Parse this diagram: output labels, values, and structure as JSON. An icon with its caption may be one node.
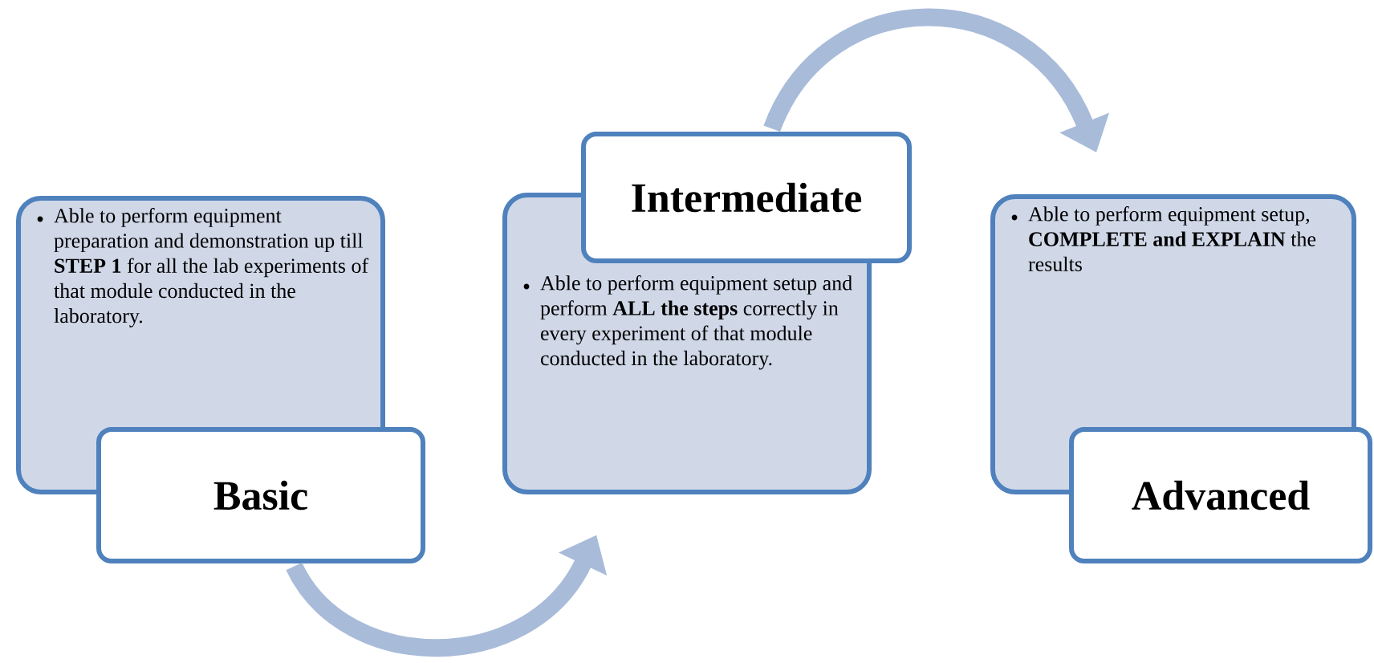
{
  "diagram": {
    "nodes": [
      {
        "text": [
          "Able to perform equipment preparation and demonstration up till **STEP 1** for all the lab experiments of that module conducted in the laboratory."
        ]
      },
      {
        "text": [
          "Basic"
        ]
      },
      {
        "text": [
          "Intermediate"
        ]
      },
      {
        "text": [
          "Able to perform equipment setup and perform **ALL the steps** correctly in every experiment of that module conducted in the laboratory."
        ]
      },
      {
        "text": [
          "Able to perform equipment setup, **COMPLETE and EXPLAIN** the results"
        ]
      },
      {
        "text": [
          "Advanced"
        ]
      }
    ],
    "edges": [
      {
        "from": 1,
        "to": 3,
        "arrow": "to"
      },
      {
        "from": 2,
        "to": 4,
        "arrow": "to"
      }
    ]
  }
}
